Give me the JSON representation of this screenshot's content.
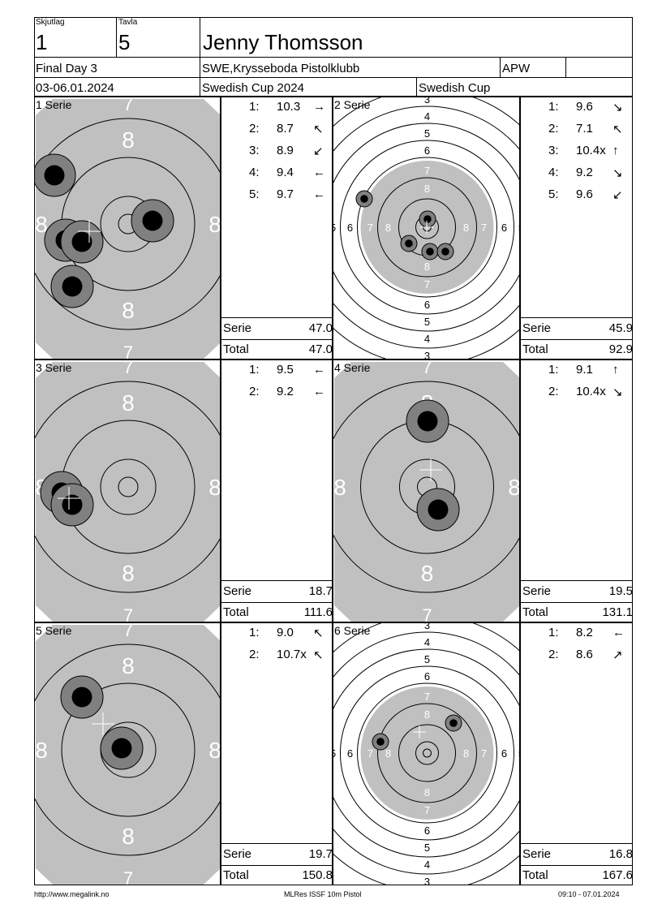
{
  "header": {
    "skjutlag_label": "Skjutlag",
    "skjutlag_value": "1",
    "tavla_label": "Tavla",
    "tavla_value": "5",
    "name": "Jenny Thomsson",
    "event": "Final Day 3",
    "club": "SWE,Krysseboda Pistolklubb",
    "class": "APW",
    "dates": "03-06.01.2024",
    "competition": "Swedish Cup 2024",
    "cup": "Swedish Cup"
  },
  "serie_label": "Serie",
  "total_label": "Total",
  "series": [
    {
      "title": "1 Serie",
      "target": "zoom",
      "shots": [
        {
          "n": "1:",
          "v": "10.3",
          "dir": "→"
        },
        {
          "n": "2:",
          "v": "8.7",
          "dir": "↖"
        },
        {
          "n": "3:",
          "v": "8.9",
          "dir": "↙"
        },
        {
          "n": "4:",
          "v": "9.4",
          "dir": "←"
        },
        {
          "n": "5:",
          "v": "9.7",
          "dir": "←"
        }
      ],
      "serie_score": "47.0",
      "total_score": "47.0"
    },
    {
      "title": "2 Serie",
      "target": "full",
      "shots": [
        {
          "n": "1:",
          "v": "9.6",
          "dir": "↘"
        },
        {
          "n": "2:",
          "v": "7.1",
          "dir": "↖"
        },
        {
          "n": "3:",
          "v": "10.4x",
          "dir": "↑"
        },
        {
          "n": "4:",
          "v": "9.2",
          "dir": "↘"
        },
        {
          "n": "5:",
          "v": "9.6",
          "dir": "↙"
        }
      ],
      "serie_score": "45.9",
      "total_score": "92.9"
    },
    {
      "title": "3 Serie",
      "target": "zoom",
      "shots": [
        {
          "n": "1:",
          "v": "9.5",
          "dir": "←"
        },
        {
          "n": "2:",
          "v": "9.2",
          "dir": "←"
        }
      ],
      "serie_score": "18.7",
      "total_score": "111.6"
    },
    {
      "title": "4 Serie",
      "target": "zoom",
      "shots": [
        {
          "n": "1:",
          "v": "9.1",
          "dir": "↑"
        },
        {
          "n": "2:",
          "v": "10.4x",
          "dir": "↘"
        }
      ],
      "serie_score": "19.5",
      "total_score": "131.1"
    },
    {
      "title": "5 Serie",
      "target": "zoom",
      "shots": [
        {
          "n": "1:",
          "v": "9.0",
          "dir": "↖"
        },
        {
          "n": "2:",
          "v": "10.7x",
          "dir": "↖"
        }
      ],
      "serie_score": "19.7",
      "total_score": "150.8"
    },
    {
      "title": "6 Serie",
      "target": "full",
      "shots": [
        {
          "n": "1:",
          "v": "8.2",
          "dir": "←"
        },
        {
          "n": "2:",
          "v": "8.6",
          "dir": "↗"
        }
      ],
      "serie_score": "16.8",
      "total_score": "167.6"
    }
  ],
  "ring_labels_zoom": {
    "top": "7",
    "upper": "8",
    "side": "8",
    "lower": "8",
    "bottom": "7"
  },
  "ring_labels_full": {
    "n3": "3",
    "n4": "4",
    "n5": "5",
    "n6": "6",
    "n7": "7",
    "n8": "8"
  },
  "footer": {
    "left": "http://www.megalink.no",
    "center": "MLRes ISSF 10m Pistol",
    "right": "09:10 - 07.01.2024"
  }
}
